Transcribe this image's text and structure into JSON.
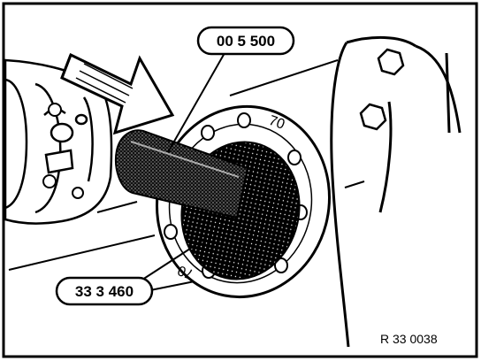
{
  "figure": {
    "callouts": {
      "tool_top": "00 5 500",
      "tool_bottom": "33 3 460"
    },
    "reference_code": "R 33 0038",
    "flange_markings": [
      "70",
      "70",
      "70"
    ],
    "colors": {
      "ink": "#000000",
      "paper": "#ffffff",
      "shade": "#1a1a1a"
    }
  }
}
